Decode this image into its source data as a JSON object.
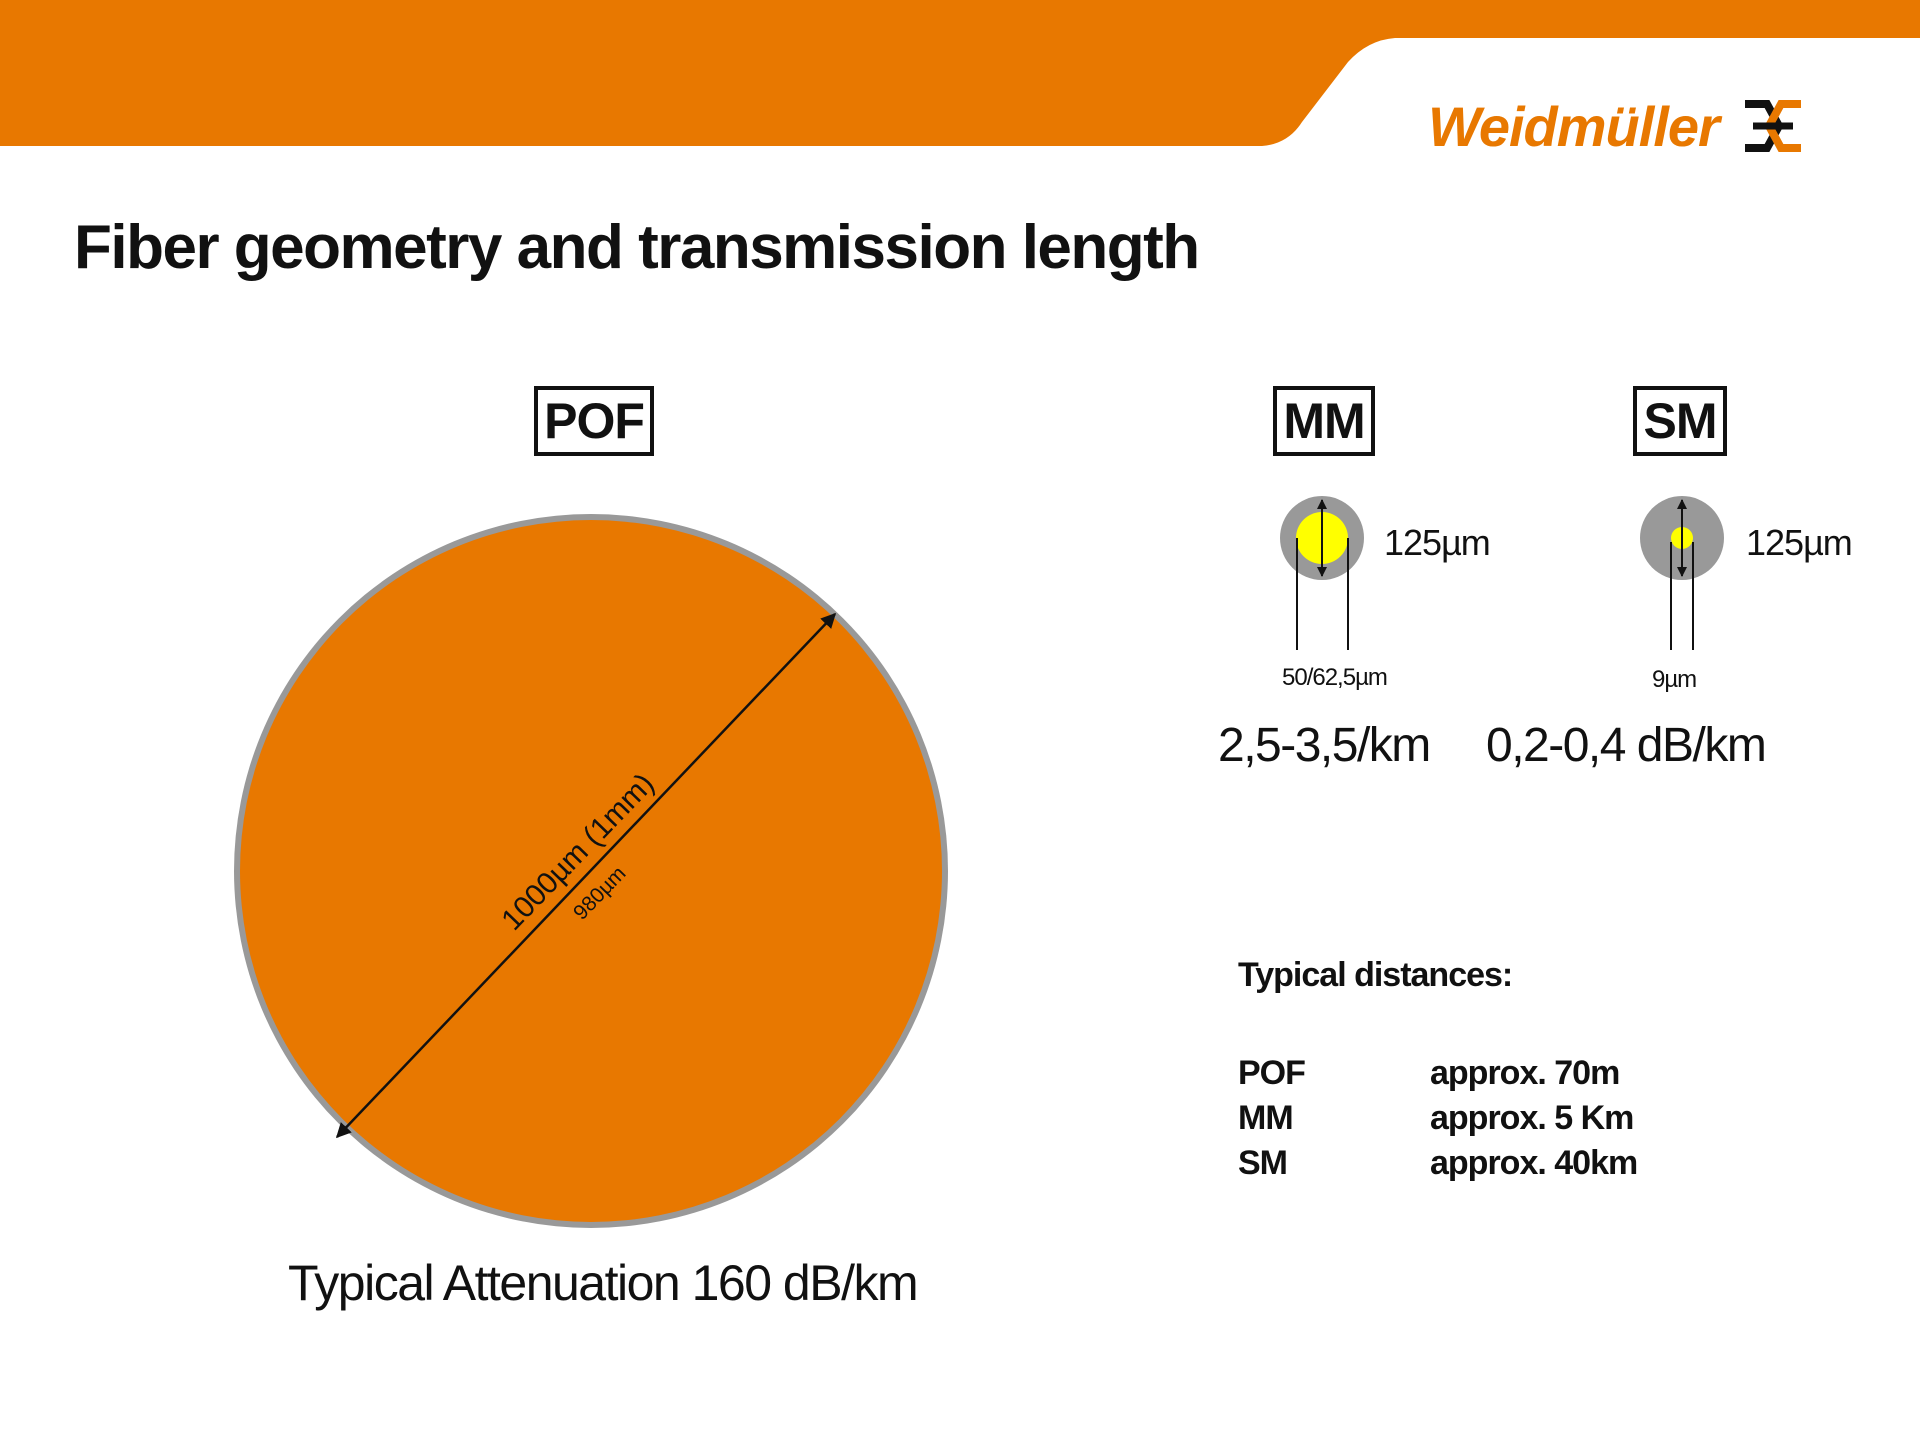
{
  "colors": {
    "brand_orange": "#E87800",
    "pof_core": "#E87800",
    "cladding_gray": "#999999",
    "core_yellow": "#FFFF00",
    "text": "#111111"
  },
  "header": {
    "brand": "Weidmüller",
    "logo_icon": "weidmuller-logo-icon"
  },
  "title": "Fiber geometry and transmission length",
  "fibers": {
    "pof": {
      "label": "POF",
      "outer_diameter": "1000µm (1mm)",
      "core_diameter": "980µm",
      "attenuation": "Typical Attenuation 160 dB/km"
    },
    "mm": {
      "label": "MM",
      "cladding_diameter": "125µm",
      "core_diameter": "50/62,5µm",
      "attenuation": "2,5-3,5/km"
    },
    "sm": {
      "label": "SM",
      "cladding_diameter": "125µm",
      "core_diameter": "9µm",
      "attenuation": "0,2-0,4 dB/km"
    }
  },
  "distances": {
    "heading": "Typical distances:",
    "rows": [
      {
        "fiber": "POF",
        "value": "approx. 70m"
      },
      {
        "fiber": "MM",
        "value": "approx. 5 Km"
      },
      {
        "fiber": "SM",
        "value": "approx. 40km"
      }
    ]
  }
}
